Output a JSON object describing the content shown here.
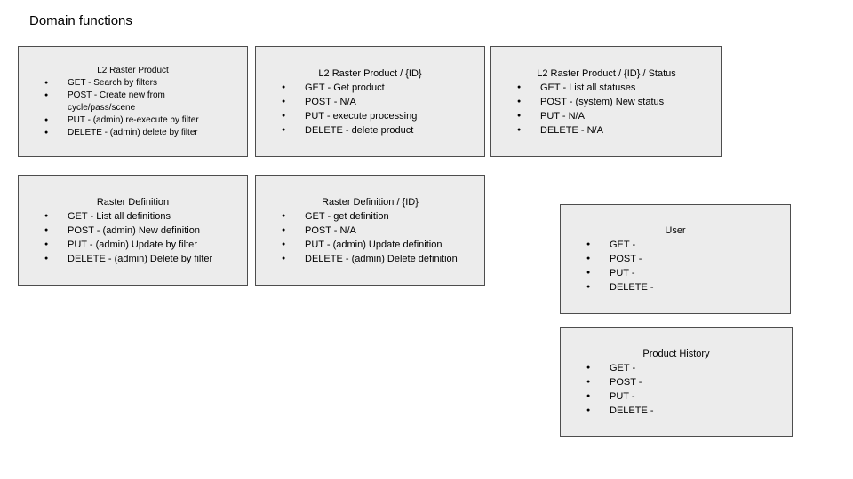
{
  "page": {
    "title": "Domain functions"
  },
  "colors": {
    "background": "#ffffff",
    "card_fill": "#ececec",
    "card_border": "#4d4d4d",
    "text": "#000000"
  },
  "cards": [
    {
      "title": "L2 Raster Product",
      "items": [
        "GET - Search by filters",
        "POST - Create new from cycle/pass/scene",
        "PUT - (admin) re-execute by filter",
        "DELETE - (admin) delete by filter"
      ]
    },
    {
      "title": "L2 Raster Product / {ID}",
      "items": [
        "GET - Get product",
        "POST - N/A",
        "PUT - execute processing",
        "DELETE - delete product"
      ]
    },
    {
      "title": "L2 Raster Product / {ID} / Status",
      "items": [
        "GET - List all statuses",
        "POST - (system) New status",
        "PUT - N/A",
        "DELETE - N/A"
      ]
    },
    {
      "title": "Raster Definition",
      "items": [
        "GET - List all definitions",
        "POST - (admin) New definition",
        "PUT - (admin) Update by filter",
        "DELETE - (admin) Delete by filter"
      ]
    },
    {
      "title": "Raster Definition / {ID}",
      "items": [
        "GET - get definition",
        "POST - N/A",
        "PUT - (admin) Update definition",
        "DELETE - (admin) Delete definition"
      ]
    },
    {
      "title": "User",
      "items": [
        "GET -",
        "POST -",
        "PUT -",
        "DELETE -"
      ]
    },
    {
      "title": "Product History",
      "items": [
        "GET -",
        "POST -",
        "PUT -",
        "DELETE -"
      ]
    }
  ]
}
